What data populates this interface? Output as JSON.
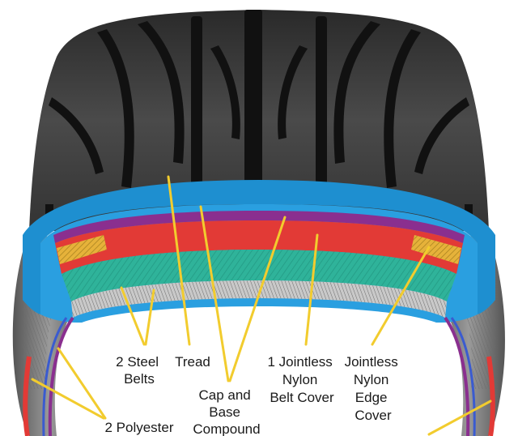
{
  "labels": {
    "steel_belts": [
      "2 Steel",
      "Belts"
    ],
    "tread": [
      "Tread"
    ],
    "cap_base": [
      "Cap and",
      "Base",
      "Compound"
    ],
    "belt_cover": [
      "1 Jointless",
      "Nylon",
      "Belt Cover"
    ],
    "edge_cover": [
      "Jointless",
      "Nylon",
      "Edge",
      "Cover"
    ],
    "polyester": [
      "2 Polyester"
    ]
  },
  "colors": {
    "tread_rubber": "#3a3a3a",
    "base_compound": "#1e8fd0",
    "belt_cover": "#e23a36",
    "edge_cover": "#8a2f8f",
    "steel_belts": "#2fb39a",
    "edge_strips": "#e6b23a",
    "pointer": "#f2cc2e",
    "label_text": "#1a1a1a"
  }
}
